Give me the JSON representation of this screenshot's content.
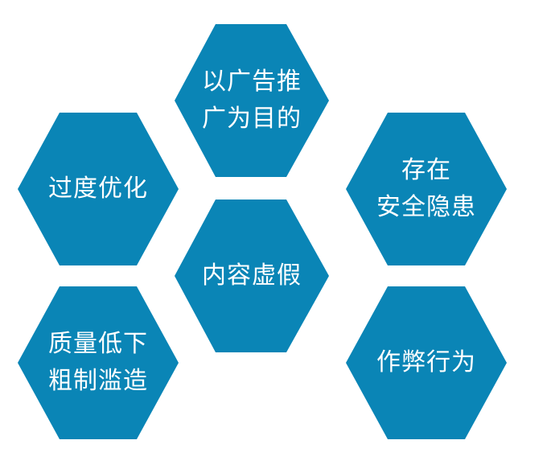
{
  "colors": {
    "hex_fill": "#0A85B6",
    "text": "#FFFFFF",
    "background": "#FFFFFF"
  },
  "hexagons": [
    {
      "id": "top-center",
      "lines": [
        "以广告推",
        "广为目的"
      ]
    },
    {
      "id": "upper-left",
      "lines": [
        "过度优化"
      ]
    },
    {
      "id": "upper-right",
      "lines": [
        "存在",
        "安全隐患"
      ]
    },
    {
      "id": "center",
      "lines": [
        "内容虚假"
      ]
    },
    {
      "id": "lower-left",
      "lines": [
        "质量低下",
        "粗制滥造"
      ]
    },
    {
      "id": "lower-right",
      "lines": [
        "作弊行为"
      ]
    }
  ]
}
